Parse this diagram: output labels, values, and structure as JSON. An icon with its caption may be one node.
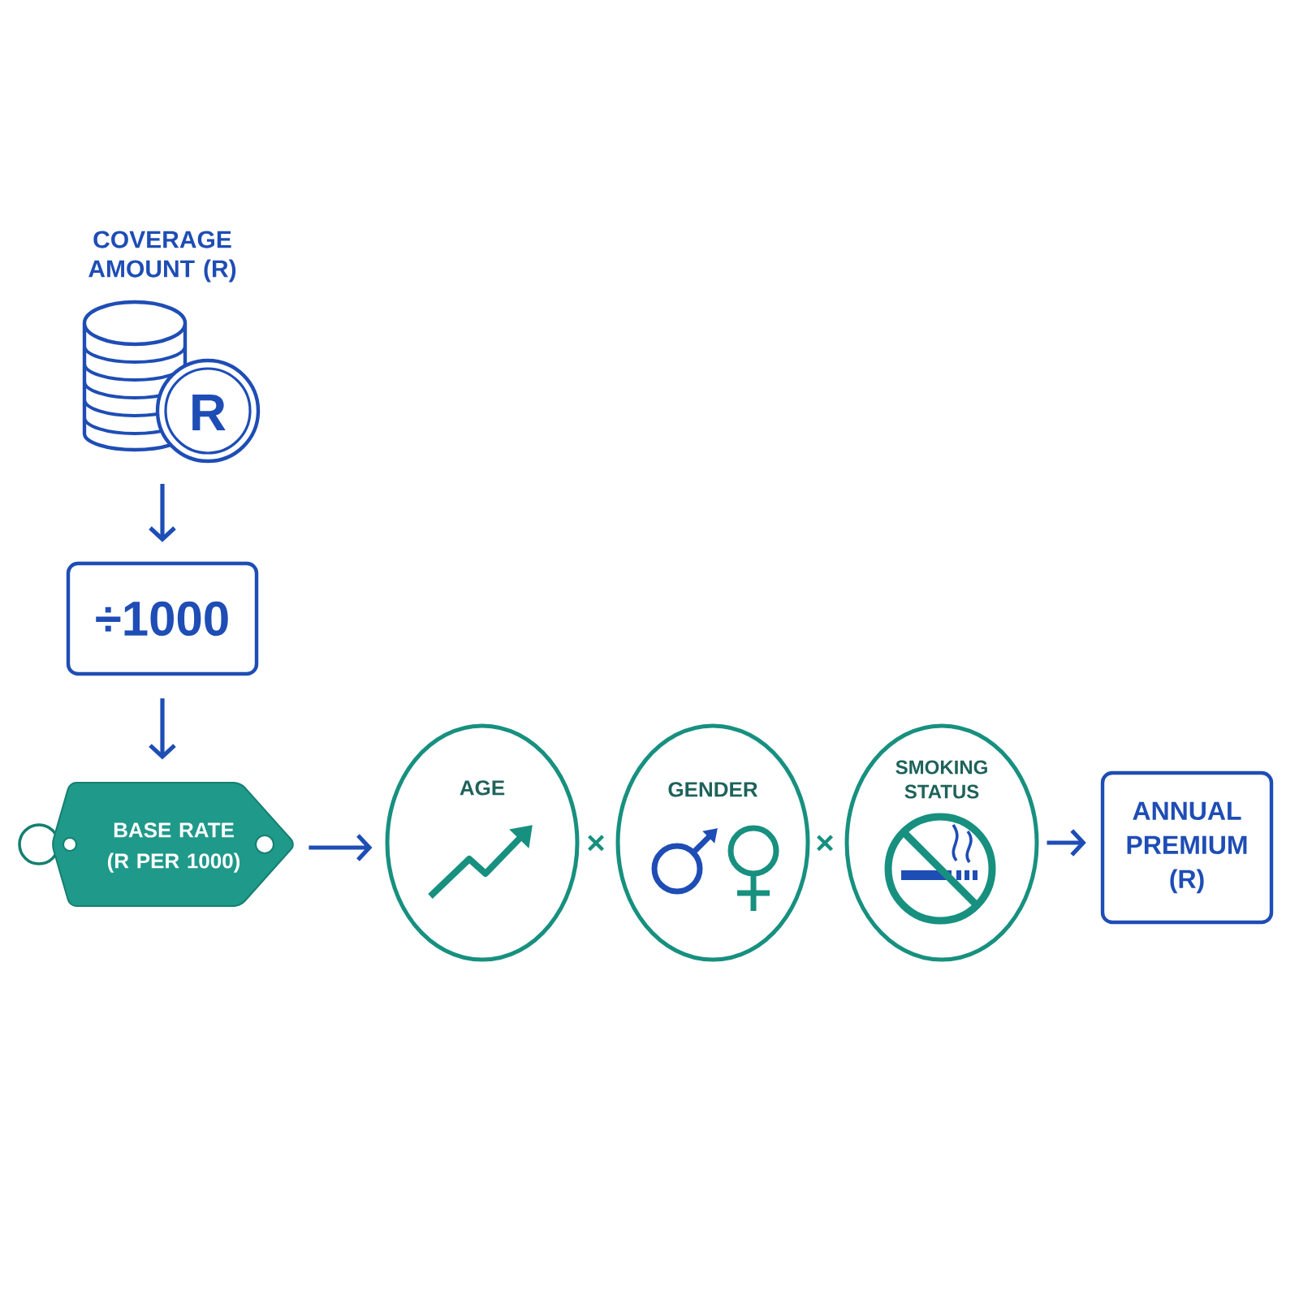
{
  "diagram": {
    "nodes": [
      {
        "text": [
          "COVERAGE AMOUNT (R)",
          "R"
        ]
      },
      {
        "text": [
          "÷1000"
        ]
      },
      {
        "text": [
          "BASE RATE (R PER 1000)"
        ]
      },
      {
        "text": [
          "AGE"
        ]
      },
      {
        "text": [
          "GENDER"
        ]
      },
      {
        "text": [
          "SMOKING STATUS"
        ]
      },
      {
        "text": [
          "ANNUAL PREMIUM (R)"
        ]
      }
    ],
    "edges": [
      {
        "from": 0,
        "to": 1,
        "arrow": "to"
      },
      {
        "from": 1,
        "to": 2,
        "arrow": "to"
      },
      {
        "from": 2,
        "to": 3,
        "arrow": "to"
      },
      {
        "from": 5,
        "to": 6,
        "arrow": "to"
      }
    ],
    "labels": [
      "×",
      "×"
    ]
  }
}
